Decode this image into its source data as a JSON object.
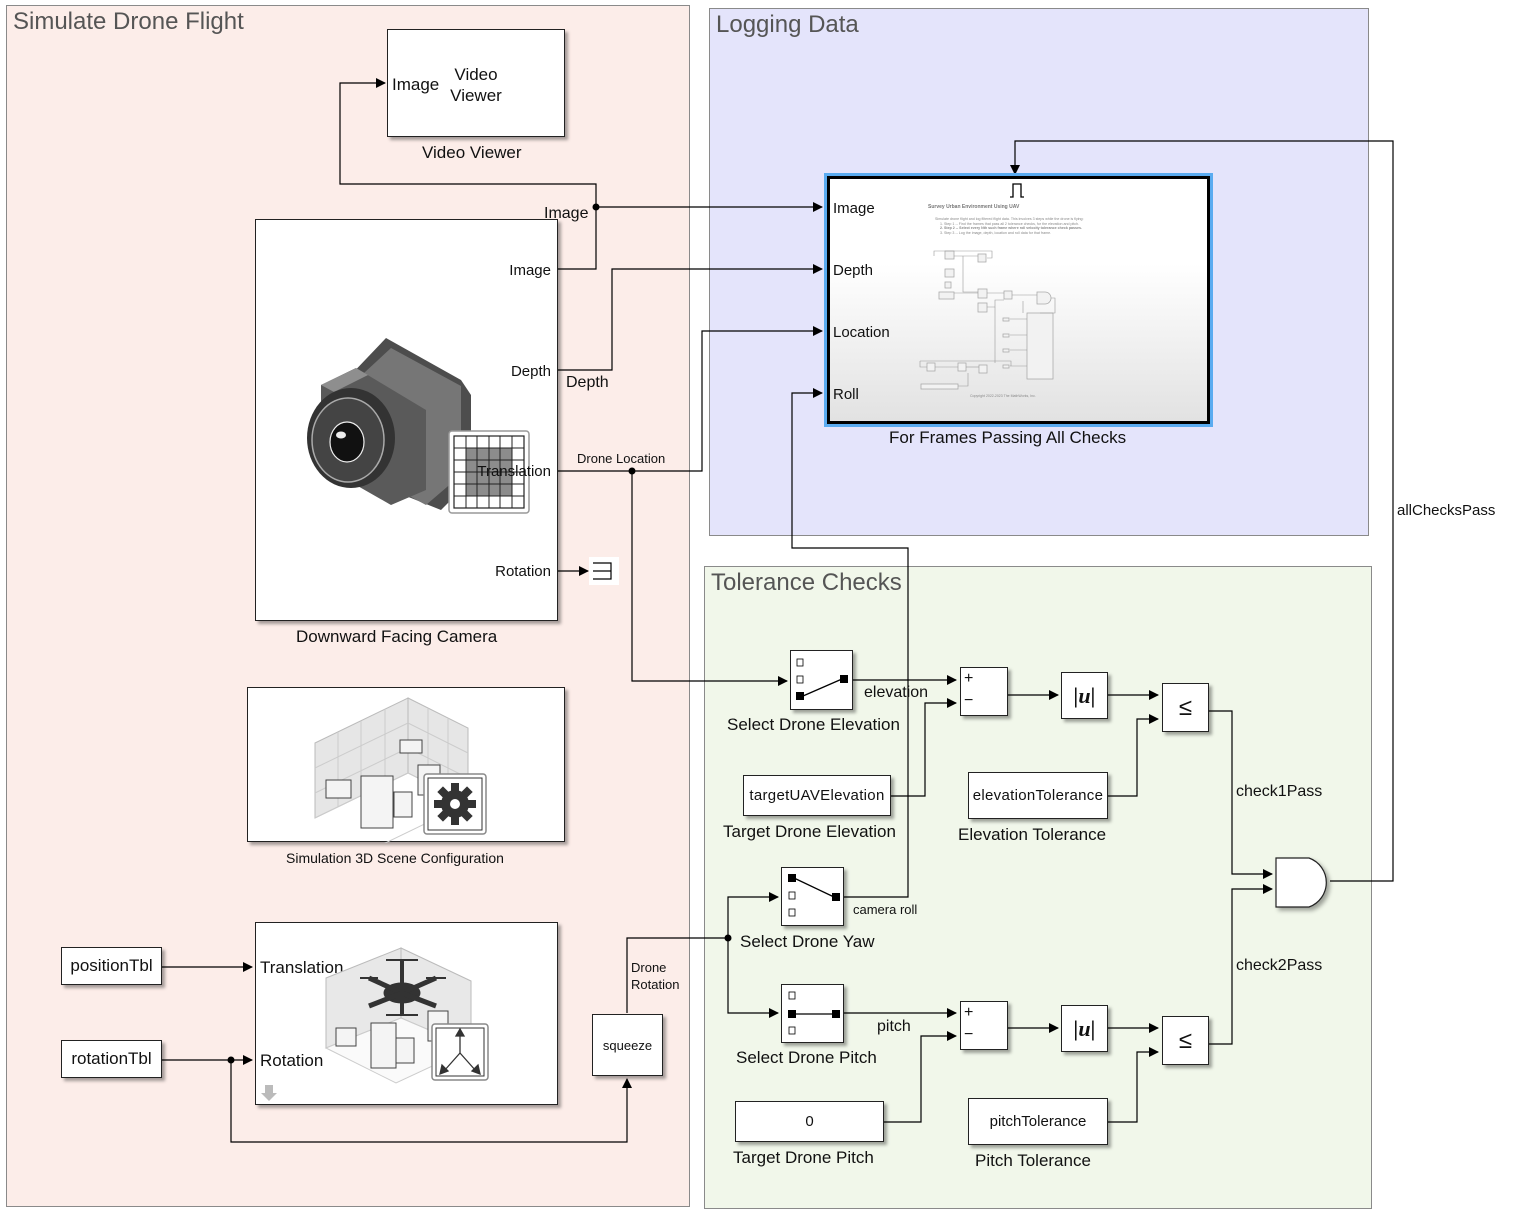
{
  "areas": {
    "simulate": {
      "title": "Simulate Drone Flight",
      "color": "#fcede9"
    },
    "logging": {
      "title": "Logging Data",
      "color": "#e4e4fb"
    },
    "tolerance": {
      "title": "Tolerance Checks",
      "color": "#f1f7ea"
    }
  },
  "blocks": {
    "video_viewer": {
      "name": "Video Viewer",
      "inport": "Image",
      "icon_text_1": "Video",
      "icon_text_2": "Viewer"
    },
    "camera": {
      "name": "Downward Facing Camera",
      "outports": [
        "Image",
        "Depth",
        "Translation",
        "Rotation"
      ]
    },
    "scene_config": {
      "name": "Simulation 3D Scene Configuration"
    },
    "uav": {
      "inports": [
        "Translation",
        "Rotation"
      ]
    },
    "position_tbl": {
      "value": "positionTbl"
    },
    "rotation_tbl": {
      "value": "rotationTbl"
    },
    "squeeze": {
      "value": "squeeze"
    },
    "frames_subsystem": {
      "name": "For Frames Passing All Checks",
      "inports": [
        "Image",
        "Depth",
        "Location",
        "Roll"
      ],
      "preview_title": "Survey Urban Environment Using UAV",
      "preview_lines": [
        "Simulate drone flight and log filtered flight data. This involves 3 steps while the drone is flying:",
        "1. Step 1 -- Find the frames that pass all 2 tolerance checks, for the elevation and pitch.",
        "2. Step 2 -- Select every Nth such frame where roll velocity tolerance check passes.",
        "3. Step 3 -- Log the image, depth, location and roll data for that frame."
      ],
      "preview_copyright": "Copyright 2022-2023 The MathWorks, Inc.",
      "highlight_color": "#5aabf0"
    },
    "select_elevation": {
      "name": "Select Drone Elevation"
    },
    "select_yaw": {
      "name": "Select Drone Yaw"
    },
    "select_pitch": {
      "name": "Select Drone Pitch"
    },
    "target_elevation": {
      "name": "Target Drone Elevation",
      "value": "targetUAVElevation"
    },
    "target_pitch": {
      "name": "Target Drone Pitch",
      "value": "0"
    },
    "elevation_tol": {
      "name": "Elevation Tolerance",
      "value": "elevationTolerance"
    },
    "pitch_tol": {
      "name": "Pitch Tolerance",
      "value": "pitchTolerance"
    },
    "sum1": {
      "plus": "+",
      "minus": "−"
    },
    "sum2": {
      "plus": "+",
      "minus": "−"
    },
    "abs": {
      "symbol": "|u|"
    },
    "relop": {
      "symbol": "≤"
    }
  },
  "signals": {
    "image": "Image",
    "depth": "Depth",
    "drone_location": "Drone Location",
    "drone_rotation_1": "Drone",
    "drone_rotation_2": "Rotation",
    "elevation": "elevation",
    "camera_roll": "camera roll",
    "pitch": "pitch",
    "check1": "check1Pass",
    "check2": "check2Pass",
    "all_checks": "allChecksPass"
  }
}
